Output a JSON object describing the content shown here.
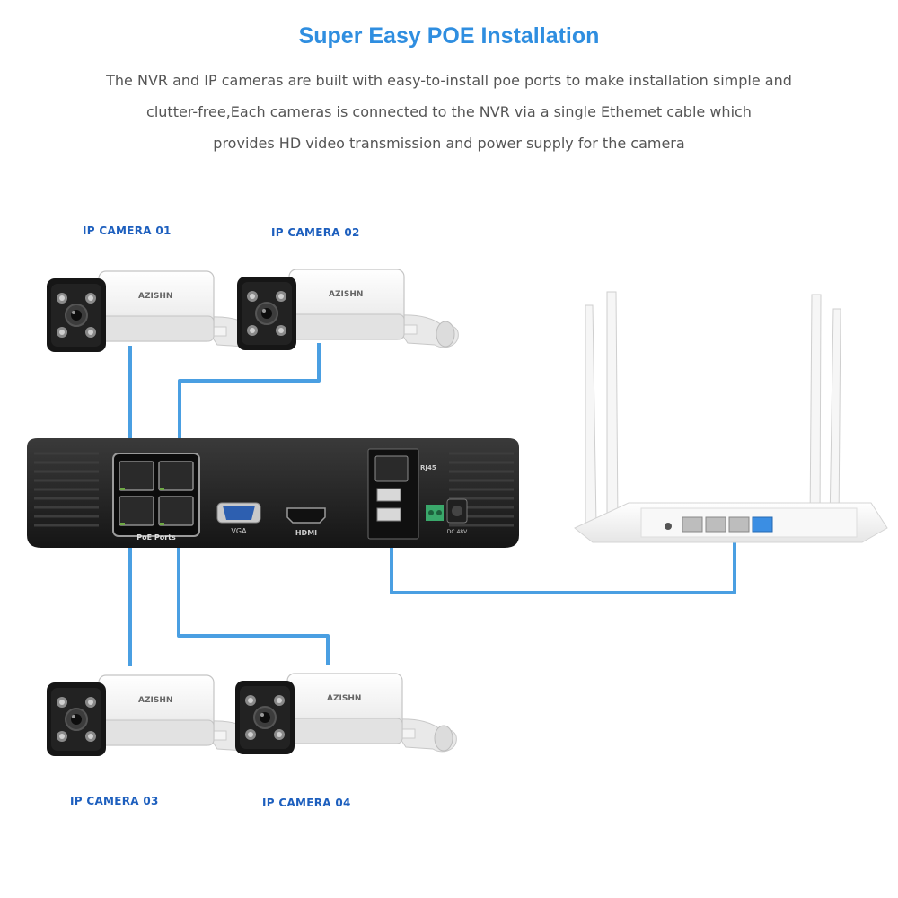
{
  "colors": {
    "accent": "#2f8ee0",
    "cable": "#4a9fe2",
    "label": "#1d5fbe",
    "text": "#555555",
    "nvr_body": "#1c1c1c",
    "camera_body": "#f2f2f2"
  },
  "title": "Super Easy POE Installation",
  "description": [
    "The NVR and IP cameras are built with easy-to-install poe ports to make installation simple and",
    "clutter-free,Each cameras is connected to the NVR via a single Ethemet cable which",
    "provides HD video transmission and power supply for the camera"
  ],
  "cameras": [
    {
      "label": "IP  CAMERA 01",
      "brand": "AZISHN"
    },
    {
      "label": "IP  CAMERA 02",
      "brand": "AZISHN"
    },
    {
      "label": "IP  CAMERA 03",
      "brand": "AZISHN"
    },
    {
      "label": "IP  CAMERA 04",
      "brand": "AZISHN"
    }
  ],
  "nvr": {
    "poe_label": "PoE Ports",
    "vga_label": "VGA",
    "hdmi_label": "HDMI",
    "rj45_label": "RJ45",
    "dc_label": "DC 48V"
  },
  "icons": [
    "camera-icon",
    "nvr-icon",
    "router-icon"
  ]
}
